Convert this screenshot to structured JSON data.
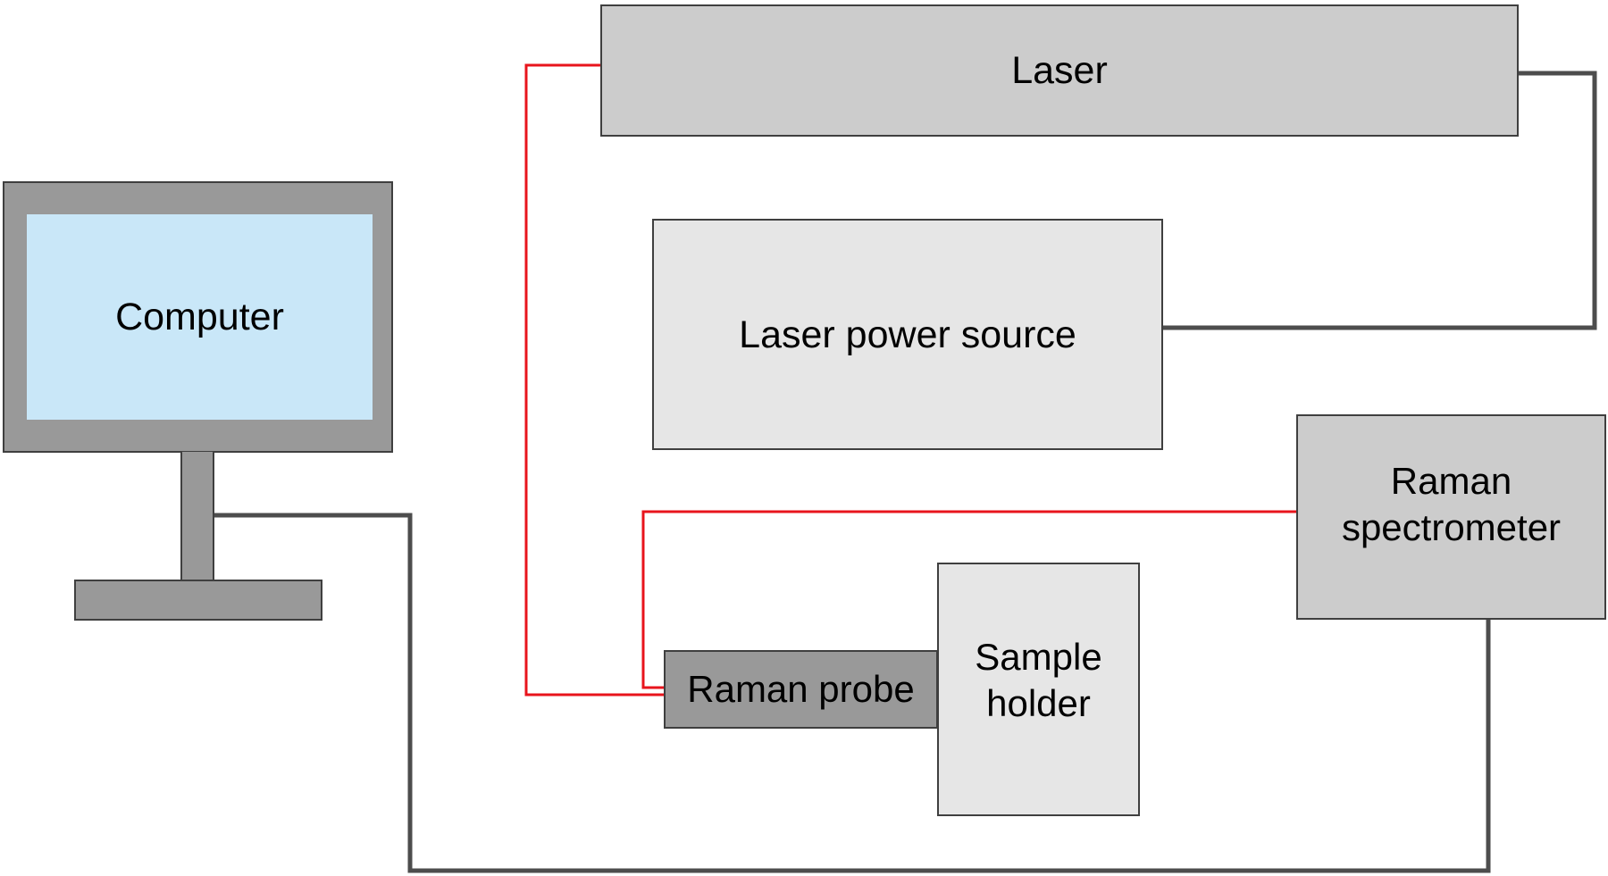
{
  "diagram": {
    "components": {
      "laser": {
        "label": "Laser",
        "fill": "#cccccc"
      },
      "laser_power_source": {
        "label": "Laser power source",
        "fill": "#e6e6e6"
      },
      "computer": {
        "label": "Computer",
        "screen_fill": "#c9e7f8",
        "frame_fill": "#999999"
      },
      "raman_spectrometer": {
        "label_line1": "Raman",
        "label_line2": "spectrometer",
        "fill": "#cccccc"
      },
      "raman_probe": {
        "label": "Raman probe",
        "fill": "#999999"
      },
      "sample_holder": {
        "label_line1": "Sample",
        "label_line2": "holder",
        "fill": "#e6e6e6"
      }
    },
    "connections": [
      {
        "from": "Laser",
        "to": "Laser power source",
        "type": "electrical",
        "color": "#4d4d4d"
      },
      {
        "from": "Laser",
        "to": "Raman probe",
        "type": "optical fiber",
        "color": "#e8141c"
      },
      {
        "from": "Raman spectrometer",
        "to": "Raman probe",
        "type": "optical fiber",
        "color": "#e8141c"
      },
      {
        "from": "Computer",
        "to": "Raman spectrometer",
        "type": "data cable",
        "color": "#4d4d4d"
      }
    ]
  }
}
